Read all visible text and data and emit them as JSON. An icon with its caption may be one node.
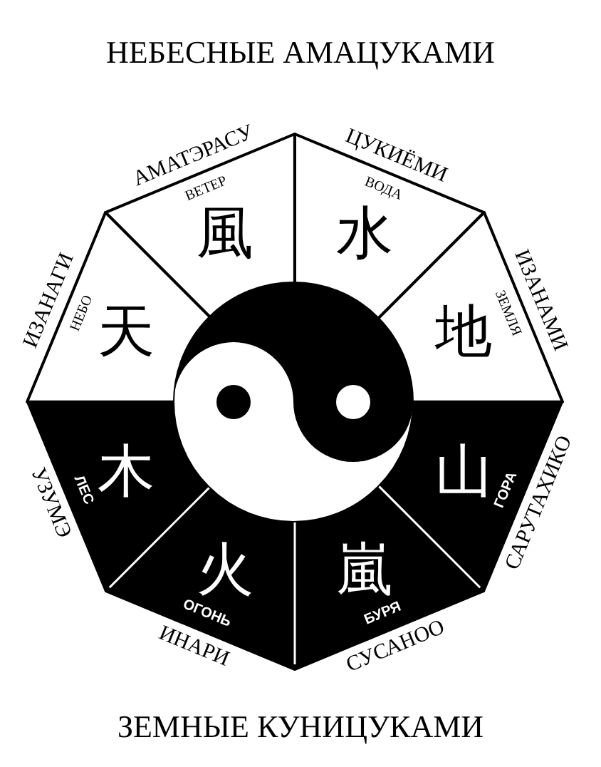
{
  "diagram": {
    "title": "НЕБЕСНЫЕ АМАЦУКАМИ",
    "caption": "ЗЕМНЫЕ КУНИЦУКАМИ",
    "nodes": [
      {
        "text": [
          "風",
          "ВЕТЕР"
        ],
        "beside": [
          "АМАТЭРАСУ"
        ]
      },
      {
        "text": [
          "水",
          "ВОДА"
        ],
        "beside": [
          "ЦУКИЁМИ"
        ]
      },
      {
        "text": [
          "天",
          "НЕБО"
        ],
        "beside": [
          "ИЗАНАГИ"
        ]
      },
      {
        "text": [
          "地",
          "ЗЕМЛЯ"
        ],
        "beside": [
          "ИЗАНАМИ"
        ]
      },
      {
        "text": [
          "木",
          "ЛЕС"
        ],
        "beside": [
          "УЗУМЭ"
        ]
      },
      {
        "text": [
          "山",
          "ГОРА"
        ],
        "beside": [
          "САРУТАХИКО"
        ]
      },
      {
        "text": [
          "火",
          "ОГОНЬ"
        ],
        "beside": [
          "ИНАРИ"
        ]
      },
      {
        "text": [
          "嵐",
          "БУРЯ"
        ],
        "beside": [
          "СУСАНОО"
        ]
      }
    ]
  }
}
